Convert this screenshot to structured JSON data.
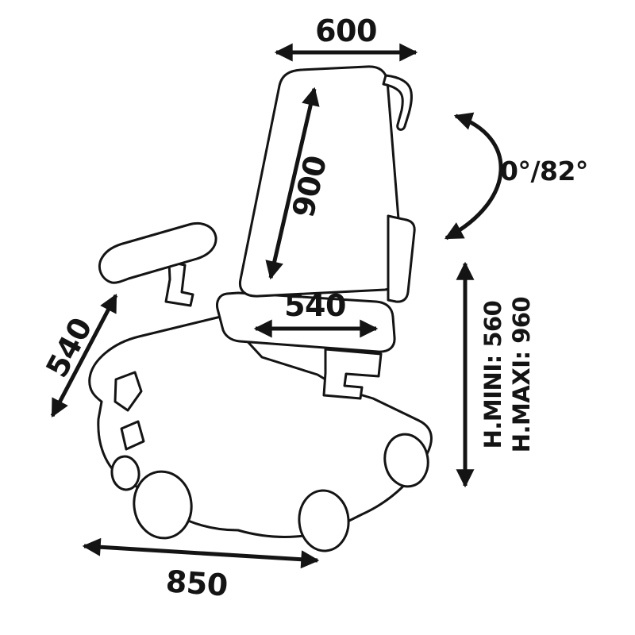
{
  "diagram": {
    "background": "#ffffff",
    "line_color": "#141414",
    "labels": {
      "top_width": "600",
      "backrest_length": "900",
      "tilt_angle": "0°/82°",
      "seat_depth": "540",
      "legrest_length": "540",
      "height_min": "H.MINI: 560",
      "height_max": "H.MAXI: 960",
      "base_length": "850"
    }
  }
}
